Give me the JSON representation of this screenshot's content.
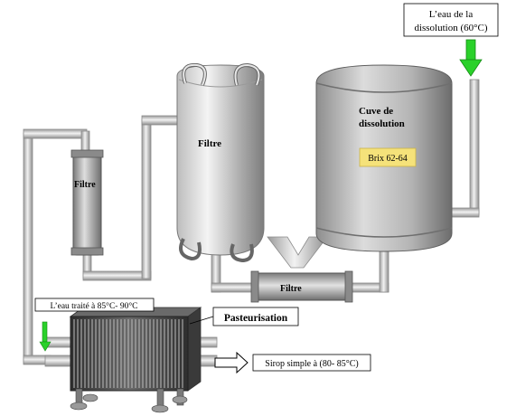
{
  "labels": {
    "water_inlet_line1": "L’eau de la",
    "water_inlet_line2": "dissolution (60°C)",
    "dissolution_tank_line1": "Cuve de",
    "dissolution_tank_line2": "dissolution",
    "brix": "Brix 62-64",
    "big_filter": "Filtre",
    "small_filter_left": "Filtre",
    "bottom_filter": "Filtre",
    "treated_water": "L’eau traité à 85°C- 90°C",
    "pasteurisation": "Pasteurisation",
    "syrup_output": "Sirop simple à (80- 85°C)"
  },
  "colors": {
    "pipe": "#d4d4d4",
    "pipe_edge": "#8a8a8a",
    "arrow_green": "#2ad12a",
    "brix_box": "#f5e27a",
    "exchanger_plates": "#3c3c3c"
  },
  "icons": {
    "inlet_arrow": "down-arrow-icon",
    "treated_water_arrow": "down-arrow-icon",
    "output_arrow": "right-arrow-icon"
  }
}
